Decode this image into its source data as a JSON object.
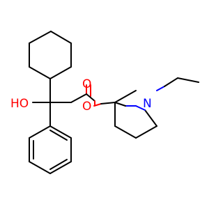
{
  "molecule": {
    "atoms": {
      "hydroxyl": {
        "symbol": "HO",
        "color": "#ff0000"
      },
      "carbonyl_oxygen": {
        "symbol": "O",
        "color": "#ff0000"
      },
      "ester_oxygen": {
        "symbol": "O",
        "color": "#ff0000"
      },
      "nitrogen": {
        "symbol": "N",
        "color": "#0000ff"
      }
    },
    "bond_color": "#000000"
  }
}
